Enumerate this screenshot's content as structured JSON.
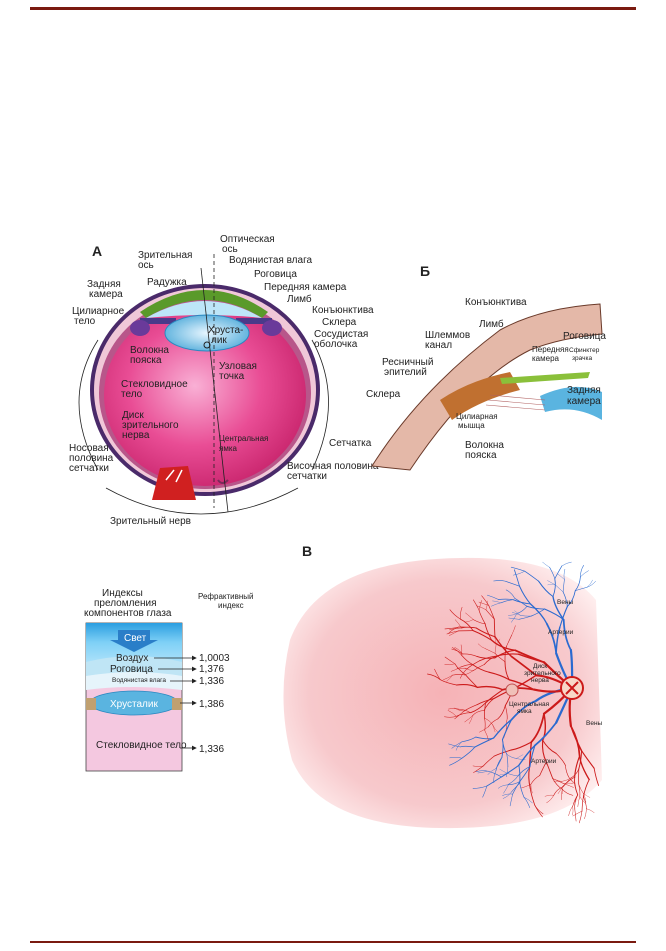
{
  "panel_a": {
    "letter": "А",
    "optic_axis": [
      "Оптическая",
      "ось"
    ],
    "visual_axis": [
      "Зрительная",
      "ось"
    ],
    "aqueous": "Водянистая влага",
    "iris": "Радужка",
    "cornea": "Роговица",
    "anterior_chamber": "Передняя камера",
    "limbus": "Лимб",
    "conjunctiva": "Конъюнктива",
    "sclera": "Склера",
    "choroid": [
      "Сосудистая",
      "оболочка"
    ],
    "posterior_chamber": [
      "Задняя",
      "камера"
    ],
    "ciliary_body": [
      "Цилиарное",
      "тело"
    ],
    "zonule": [
      "Волокна",
      "пояска"
    ],
    "lens": [
      "Хруста-",
      "лик"
    ],
    "nodal_point": [
      "Узловая",
      "точка"
    ],
    "vitreous": [
      "Стекловидное",
      "тело"
    ],
    "optic_disc": [
      "Диск",
      "зрительного",
      "нерва"
    ],
    "fovea": [
      "Центральная",
      "ямка"
    ],
    "nasal_half": [
      "Носовая",
      "половина",
      "сетчатки"
    ],
    "retina": "Сетчатка",
    "temporal_half": [
      "Височная половина",
      "сетчатки"
    ],
    "optic_nerve": "Зрительный нерв"
  },
  "panel_b": {
    "letter": "Б",
    "conjunctiva": "Конъюнктива",
    "limbus": "Лимб",
    "schlemm": [
      "Шлеммов",
      "канал"
    ],
    "cornea": "Роговица",
    "anterior_chamber": [
      "Передняя",
      "камера"
    ],
    "sphincter": [
      "Сфинктер",
      "зрачка"
    ],
    "ciliary_epithelium": [
      "Ресничный",
      "эпителий"
    ],
    "sclera": "Склера",
    "posterior_chamber": [
      "Задняя",
      "камера"
    ],
    "ciliary_muscle": [
      "Цилиарная",
      "мышца"
    ],
    "zonule": [
      "Волокна",
      "пояска"
    ]
  },
  "refraction": {
    "header": [
      "Индексы",
      "преломления",
      "компонентов глаза"
    ],
    "index_header": [
      "Рефрактивный",
      "индекс"
    ],
    "light": "Свет",
    "layers": [
      {
        "name": "Воздух",
        "value": "1,0003"
      },
      {
        "name": "Роговица",
        "value": "1,376"
      },
      {
        "name": "Водянистая влага",
        "value": "1,336"
      },
      {
        "name": "Хрусталик",
        "value": "1,386"
      },
      {
        "name": "Стекловидное тело",
        "value": "1,336"
      }
    ]
  },
  "panel_v": {
    "letter": "В",
    "veins_top": "Вены",
    "arteries_top": "Артерии",
    "optic_disc": [
      "Диск",
      "зрительного",
      "нерва"
    ],
    "fovea": [
      "Центральная",
      "ямка"
    ],
    "veins_right": "Вены",
    "arteries_bottom": "Артерии"
  },
  "colors": {
    "vitreous": "#e0307a",
    "cornea_green": "#5a9a2a",
    "lens_blue": "#5ab4e0",
    "sclera_border": "#4a2a6a",
    "optic_nerve": "#d02020",
    "artery": "#cc1a1a",
    "vein": "#2a6ad0",
    "rule": "#7a1a10"
  }
}
